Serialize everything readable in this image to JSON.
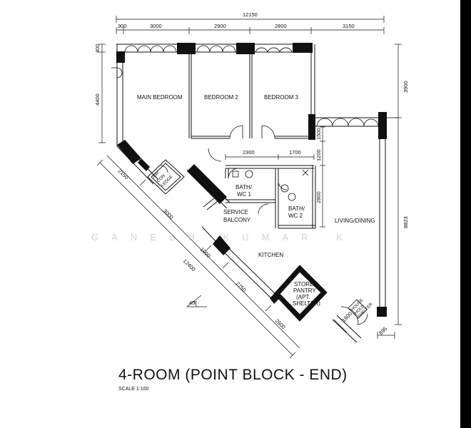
{
  "plan": {
    "title": "4-ROOM (POINT BLOCK - END)",
    "scale": "SCALE  1:100",
    "watermark": "GANESH KUMAR K",
    "rooms": {
      "main_bedroom": "MAIN BEDROOM",
      "bedroom_2": "BEDROOM 2",
      "bedroom_3": "BEDROOM 3",
      "bath_wc_1_line1": "BATH/",
      "bath_wc_1_line2": "WC 1",
      "bath_wc_2_line1": "BATH/",
      "bath_wc_2_line2": "WC 2",
      "service_balcony_line1": "SERVICE",
      "service_balcony_line2": "BALCONY",
      "kitchen": "KITCHEN",
      "living_dining": "LIVING/DINING",
      "store_line1": "STORE/",
      "store_line2": "PANTRY",
      "store_line3": "(APT.",
      "store_line4": "SHELTER)",
      "aircon_line1": "AIR-",
      "aircon_line2": "CON",
      "aircon_line3": "LEDGE",
      "household_line1": "HOUSE",
      "household_line2": "HOLD",
      "household_line3": "SHELTER"
    },
    "dimensions": {
      "overall_top": "12150",
      "top_300": "300",
      "top_3000": "3000",
      "top_2900": "2900",
      "top_2800": "2800",
      "top_3150": "3150",
      "left_400": "400",
      "left_4400": "4400",
      "right_3900": "3900",
      "right_8823": "8823",
      "mid_1500": "1500",
      "mid_2300": "2300",
      "mid_1700": "1700",
      "mid_1200": "1200",
      "mid_2800": "2800",
      "diag_2150": "2150",
      "diag_3000": "3000",
      "diag_1900": "1900",
      "diag_12400": "12400",
      "diag_2750": "2750",
      "diag_2600": "2600",
      "bottom_1600": "1600",
      "bottom_895": "895",
      "angle": "45°"
    }
  }
}
